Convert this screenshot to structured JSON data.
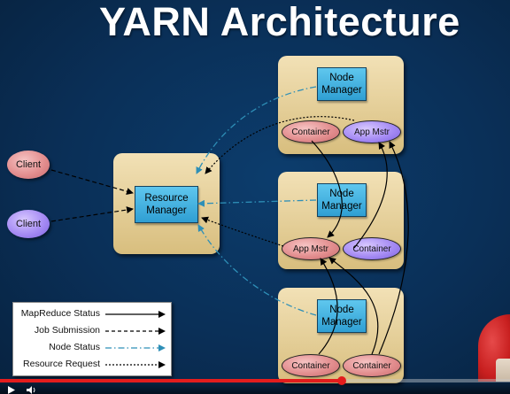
{
  "slide": {
    "title": "YARN Architecture"
  },
  "diagram": {
    "clients": [
      {
        "label": "Client",
        "color": "#e99999"
      },
      {
        "label": "Client",
        "color": "#a68cf4"
      }
    ],
    "resource_manager": {
      "label": "Resource\nManager"
    },
    "node_manager_label": "Node\nManager",
    "nodes": [
      {
        "manager": "Node\nManager",
        "left": {
          "label": "Container",
          "color": "pink"
        },
        "right": {
          "label": "App Mstr",
          "color": "purple"
        }
      },
      {
        "manager": "Node\nManager",
        "left": {
          "label": "App Mstr",
          "color": "pink"
        },
        "right": {
          "label": "Container",
          "color": "purple"
        }
      },
      {
        "manager": "Node\nManager",
        "left": {
          "label": "Container",
          "color": "pink"
        },
        "right": {
          "label": "Container",
          "color": "pink"
        }
      }
    ]
  },
  "legend": {
    "items": [
      {
        "label": "MapReduce Status",
        "style": "solid",
        "color": "#000000"
      },
      {
        "label": "Job Submission",
        "style": "dashed",
        "color": "#000000"
      },
      {
        "label": "Node Status",
        "style": "dash-dot",
        "color": "#2e8fb7"
      },
      {
        "label": "Resource Request",
        "style": "dotted",
        "color": "#000000"
      }
    ]
  },
  "video_player": {
    "progress_fraction": 0.67,
    "accent_color": "#e31d1d",
    "controls": [
      "play-icon",
      "volume-icon"
    ]
  }
}
